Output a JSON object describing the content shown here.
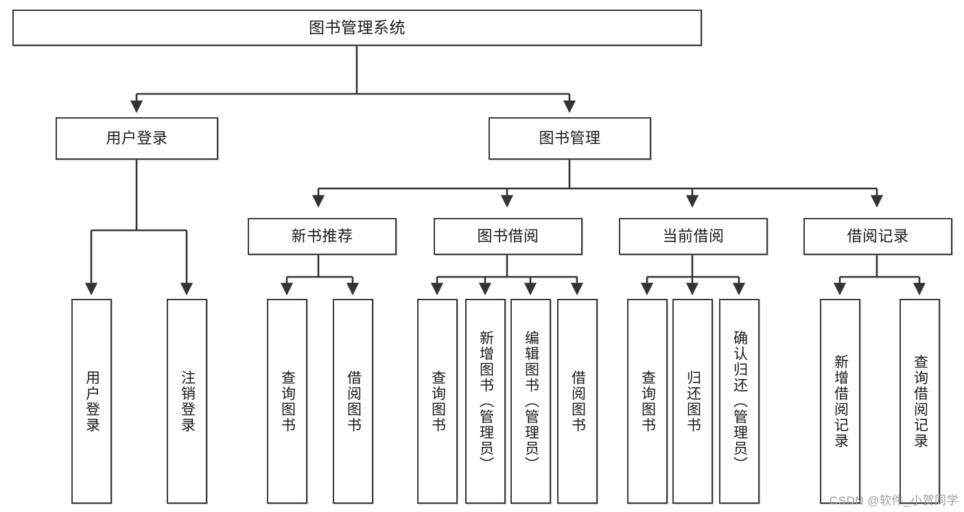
{
  "diagram": {
    "type": "tree-hierarchy",
    "title": "图书管理系统",
    "watermark": "CSDN @软件_小贺同学",
    "colors": {
      "box_border": "#3a3a3a",
      "box_fill": "#ffffff",
      "connector": "#333333",
      "text": "#1a1a1a",
      "watermark": "#9e9e9e"
    },
    "levels": {
      "root": "图书管理系统",
      "level1": [
        "用户登录",
        "图书管理"
      ],
      "level2": [
        "新书推荐",
        "图书借阅",
        "当前借阅",
        "借阅记录"
      ]
    },
    "nodes": {
      "root": {
        "label": "图书管理系统"
      },
      "user_login": {
        "label": "用户登录"
      },
      "book_manage": {
        "label": "图书管理"
      },
      "new_book_rec": {
        "label": "新书推荐"
      },
      "book_borrow": {
        "label": "图书借阅"
      },
      "current_borrow": {
        "label": "当前借阅"
      },
      "borrow_record": {
        "label": "借阅记录"
      },
      "leaf_user_login": {
        "label": "用户登录"
      },
      "leaf_user_logout": {
        "label": "注销登录"
      },
      "leaf_rec_query": {
        "label": "查询图书"
      },
      "leaf_rec_borrow": {
        "label": "借阅图书"
      },
      "leaf_borrow_query": {
        "label": "查询图书"
      },
      "leaf_borrow_add": {
        "label": "新增图书（管理员）"
      },
      "leaf_borrow_edit": {
        "label": "编辑图书（管理员）"
      },
      "leaf_borrow_lend": {
        "label": "借阅图书"
      },
      "leaf_cur_query": {
        "label": "查询图书"
      },
      "leaf_cur_return": {
        "label": "归还图书"
      },
      "leaf_cur_confirm": {
        "label": "确认归还（管理员）"
      },
      "leaf_rec_add": {
        "label": "新增借阅记录"
      },
      "leaf_rec_search": {
        "label": "查询借阅记录"
      }
    },
    "edges": [
      {
        "from": "root",
        "to": "user_login"
      },
      {
        "from": "root",
        "to": "book_manage"
      },
      {
        "from": "user_login",
        "to": "leaf_user_login"
      },
      {
        "from": "user_login",
        "to": "leaf_user_logout"
      },
      {
        "from": "book_manage",
        "to": "new_book_rec"
      },
      {
        "from": "book_manage",
        "to": "book_borrow"
      },
      {
        "from": "book_manage",
        "to": "current_borrow"
      },
      {
        "from": "book_manage",
        "to": "borrow_record"
      },
      {
        "from": "new_book_rec",
        "to": "leaf_rec_query"
      },
      {
        "from": "new_book_rec",
        "to": "leaf_rec_borrow"
      },
      {
        "from": "book_borrow",
        "to": "leaf_borrow_query"
      },
      {
        "from": "book_borrow",
        "to": "leaf_borrow_add"
      },
      {
        "from": "book_borrow",
        "to": "leaf_borrow_edit"
      },
      {
        "from": "book_borrow",
        "to": "leaf_borrow_lend"
      },
      {
        "from": "current_borrow",
        "to": "leaf_cur_query"
      },
      {
        "from": "current_borrow",
        "to": "leaf_cur_return"
      },
      {
        "from": "current_borrow",
        "to": "leaf_cur_confirm"
      },
      {
        "from": "borrow_record",
        "to": "leaf_rec_add"
      },
      {
        "from": "borrow_record",
        "to": "leaf_rec_search"
      }
    ]
  }
}
